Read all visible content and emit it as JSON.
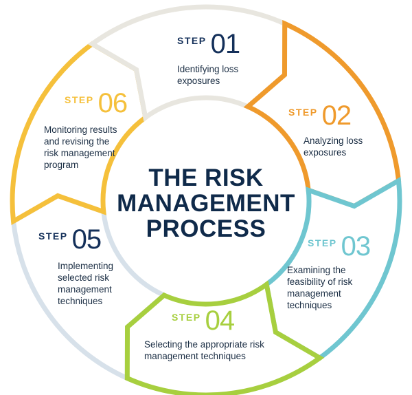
{
  "center": {
    "line1": "THE RISK",
    "line2": "MANAGEMENT",
    "line3": "PROCESS"
  },
  "steps": [
    {
      "word": "STEP",
      "number": "01",
      "desc": "Identifying loss exposures",
      "color": "#e8e6df"
    },
    {
      "word": "STEP",
      "number": "02",
      "desc": "Analyzing loss exposures",
      "color": "#ef9a2c"
    },
    {
      "word": "STEP",
      "number": "03",
      "desc": "Examining the feasibility of risk management techniques",
      "color": "#6fc6d0"
    },
    {
      "word": "STEP",
      "number": "04",
      "desc": "Selecting the appropriate risk management techniques",
      "color": "#a7cf3f"
    },
    {
      "word": "STEP",
      "number": "05",
      "desc": "Implementing selected risk management techniques",
      "color": "#d7e1ea"
    },
    {
      "word": "STEP",
      "number": "06",
      "desc": "Monitoring results and revising the risk management program",
      "color": "#f5c03b"
    }
  ],
  "colors": {
    "title": "#0f2a4a",
    "text": "#1b2e44"
  }
}
